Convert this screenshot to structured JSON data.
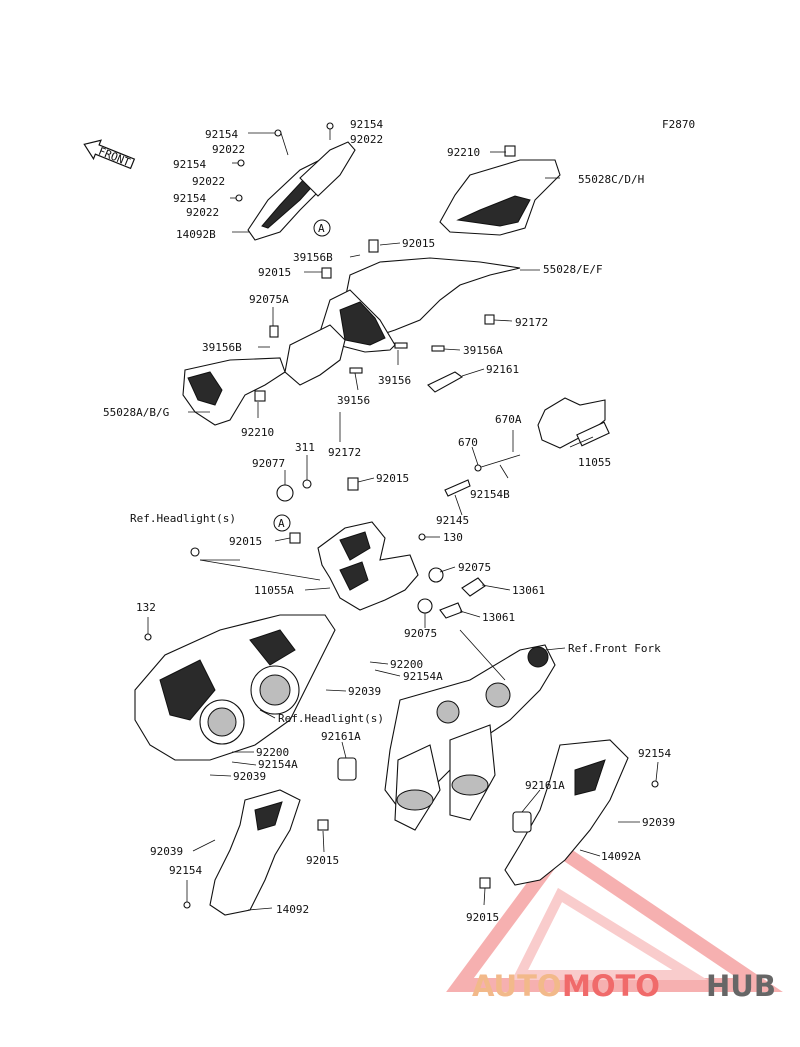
{
  "figure_code": "F2870",
  "front_arrow_text": "FRONT",
  "ref_marker": "A",
  "labels": [
    "92154",
    "92022",
    "92154",
    "92022",
    "92154",
    "92022",
    "92154",
    "92022",
    "14092B",
    "92210",
    "55028C/D/H",
    "92015",
    "39156B",
    "92015",
    "55028/E/F",
    "92075A",
    "92172",
    "39156B",
    "39156A",
    "92161",
    "39156",
    "55028A/B/G",
    "39156",
    "92210",
    "92172",
    "670A",
    "311",
    "670",
    "11055",
    "92077",
    "92015",
    "92154B",
    "Ref.Headlight(s)",
    "92145",
    "92015",
    "130",
    "92075",
    "11055A",
    "13061",
    "132",
    "13061",
    "92075",
    "Ref.Front Fork",
    "92200",
    "92154A",
    "92039",
    "Ref.Headlight(s)",
    "92161A",
    "92154",
    "92200",
    "92154A",
    "92039",
    "92161A",
    "92039",
    "92039",
    "14092A",
    "92015",
    "92154",
    "14092",
    "92015"
  ],
  "watermark": {
    "part1": "AUTO",
    "part2": "MOTO",
    "part3": "HUB",
    "color1": "#f2b98a",
    "color2": "#f06a6a",
    "color3": "#666666"
  }
}
